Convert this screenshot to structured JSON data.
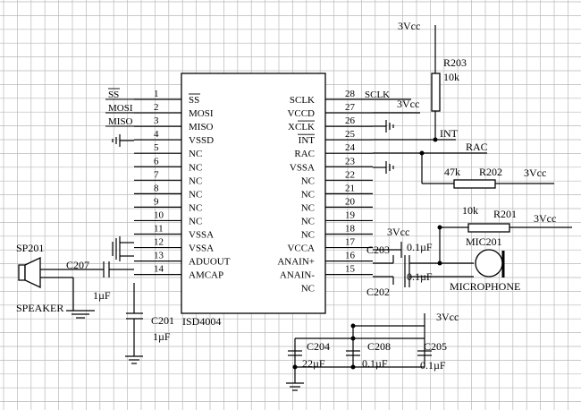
{
  "chip": {
    "name": "ISD4004",
    "left_pins": [
      {
        "num": "1",
        "name": "SS",
        "overbar": true,
        "net": "SS"
      },
      {
        "num": "2",
        "name": "MOSI",
        "overbar": false,
        "net": "MOSI"
      },
      {
        "num": "3",
        "name": "MISO",
        "overbar": false,
        "net": "MISO"
      },
      {
        "num": "4",
        "name": "VSSD",
        "overbar": false,
        "net": ""
      },
      {
        "num": "5",
        "name": "NC",
        "overbar": false,
        "net": ""
      },
      {
        "num": "6",
        "name": "NC",
        "overbar": false,
        "net": ""
      },
      {
        "num": "7",
        "name": "NC",
        "overbar": false,
        "net": ""
      },
      {
        "num": "8",
        "name": "NC",
        "overbar": false,
        "net": ""
      },
      {
        "num": "9",
        "name": "NC",
        "overbar": false,
        "net": ""
      },
      {
        "num": "10",
        "name": "NC",
        "overbar": false,
        "net": ""
      },
      {
        "num": "11",
        "name": "VSSA",
        "overbar": false,
        "net": ""
      },
      {
        "num": "12",
        "name": "VSSA",
        "overbar": false,
        "net": ""
      },
      {
        "num": "13",
        "name": "ADUOUT",
        "overbar": false,
        "net": ""
      },
      {
        "num": "14",
        "name": "AMCAP",
        "overbar": false,
        "net": ""
      }
    ],
    "right_pins": [
      {
        "num": "28",
        "name": "SCLK",
        "overbar": false,
        "net": "SCLK"
      },
      {
        "num": "27",
        "name": "VCCD",
        "overbar": false,
        "net": "3Vcc"
      },
      {
        "num": "26",
        "name": "XCLK",
        "overbar": false,
        "net": ""
      },
      {
        "num": "25",
        "name": "INT",
        "overbar": true,
        "net": ""
      },
      {
        "num": "24",
        "name": "RAC",
        "overbar": false,
        "net": ""
      },
      {
        "num": "23",
        "name": "VSSA",
        "overbar": false,
        "net": ""
      },
      {
        "num": "22",
        "name": "NC",
        "overbar": false,
        "net": ""
      },
      {
        "num": "21",
        "name": "NC",
        "overbar": false,
        "net": ""
      },
      {
        "num": "20",
        "name": "NC",
        "overbar": false,
        "net": ""
      },
      {
        "num": "19",
        "name": "NC",
        "overbar": false,
        "net": ""
      },
      {
        "num": "18",
        "name": "NC",
        "overbar": false,
        "net": ""
      },
      {
        "num": "17",
        "name": "VCCA",
        "overbar": false,
        "net": ""
      },
      {
        "num": "16",
        "name": "ANAIN+",
        "overbar": false,
        "net": ""
      },
      {
        "num": "15",
        "name": "ANAIN-",
        "overbar": false,
        "net": ""
      }
    ],
    "extra_right_label": "NC"
  },
  "nets": {
    "vcc_top": "3Vcc",
    "vcc_pin27": "3Vcc",
    "vcc_r202": "3Vcc",
    "vcc_r201": "3Vcc",
    "vcc_c203": "3Vcc",
    "vcc_bypass": "3Vcc",
    "int": "INT",
    "rac": "RAC"
  },
  "components": {
    "r203": {
      "ref": "R203",
      "value": "10k"
    },
    "r202": {
      "ref": "R202",
      "value": "47k"
    },
    "r201": {
      "ref": "R201",
      "value": "10k"
    },
    "c203": {
      "ref": "C203",
      "value": "0.1µF"
    },
    "c202": {
      "ref": "C202",
      "value": "0.1µF"
    },
    "c207": {
      "ref": "C207",
      "value": "1µF"
    },
    "c201": {
      "ref": "C201",
      "value": "1µF"
    },
    "c204": {
      "ref": "C204",
      "value": "22µF"
    },
    "c208": {
      "ref": "C208",
      "value": "0.1µF"
    },
    "c205": {
      "ref": "C205",
      "value": "0.1µF"
    },
    "mic": {
      "ref": "MIC201",
      "name": "MICROPHONE"
    },
    "speaker": {
      "ref": "SP201",
      "name": "SPEAKER"
    }
  }
}
